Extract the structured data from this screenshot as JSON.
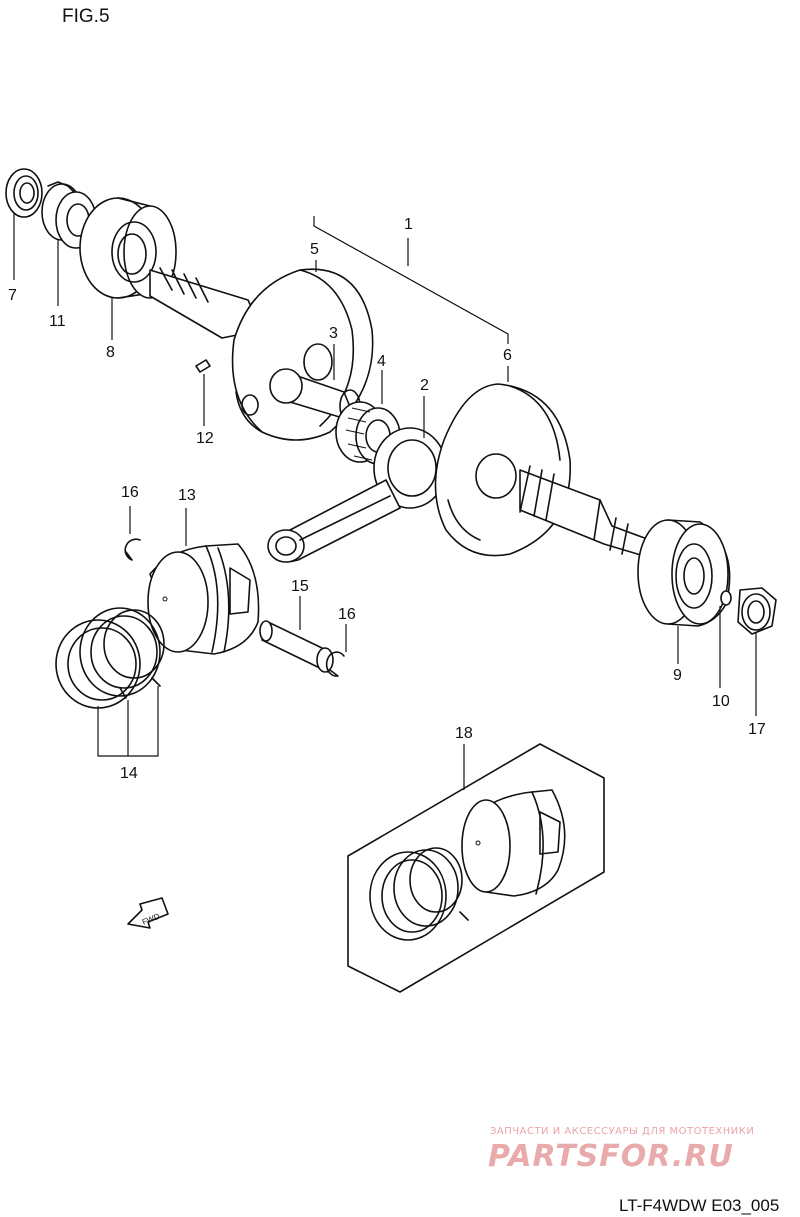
{
  "figure": {
    "title": "FIG.5",
    "code": "LT-F4WDW E03_005",
    "arrow_text": "FWD"
  },
  "callouts": [
    "1",
    "2",
    "3",
    "4",
    "5",
    "6",
    "7",
    "8",
    "9",
    "10",
    "11",
    "12",
    "13",
    "14",
    "15",
    "16",
    "16",
    "17",
    "18"
  ],
  "watermark": {
    "tagline": "ЗАПЧАСТИ И АКСЕССУАРЫ ДЛЯ МОТОТЕХНИКИ",
    "brand": "PARTSFOR.RU"
  }
}
